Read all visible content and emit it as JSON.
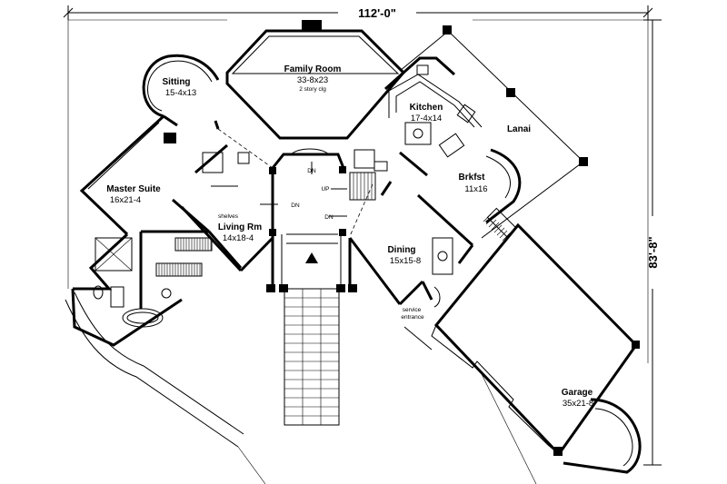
{
  "dimensions": {
    "width": "112'-0\"",
    "depth": "83'-8\""
  },
  "rooms": [
    {
      "id": "family-room",
      "name": "Family Room",
      "size": "33-8x23",
      "note": "2 story clg"
    },
    {
      "id": "sitting",
      "name": "Sitting",
      "size": "15-4x13"
    },
    {
      "id": "kitchen",
      "name": "Kitchen",
      "size": "17-4x14"
    },
    {
      "id": "lanai",
      "name": "Lanai"
    },
    {
      "id": "master-suite",
      "name": "Master Suite",
      "size": "16x21-4"
    },
    {
      "id": "living-rm",
      "name": "Living Rm",
      "size": "14x18-4"
    },
    {
      "id": "brkfst",
      "name": "Brkfst",
      "size": "11x16"
    },
    {
      "id": "dining",
      "name": "Dining",
      "size": "15x15-8"
    },
    {
      "id": "garage",
      "name": "Garage",
      "size": "35x21-8"
    }
  ],
  "notes": {
    "shelves": "shelves",
    "service_line1": "service",
    "service_line2": "entrance",
    "dn_top": "DN",
    "dn_left": "DN",
    "dn_right": "DN",
    "up": "UP"
  }
}
